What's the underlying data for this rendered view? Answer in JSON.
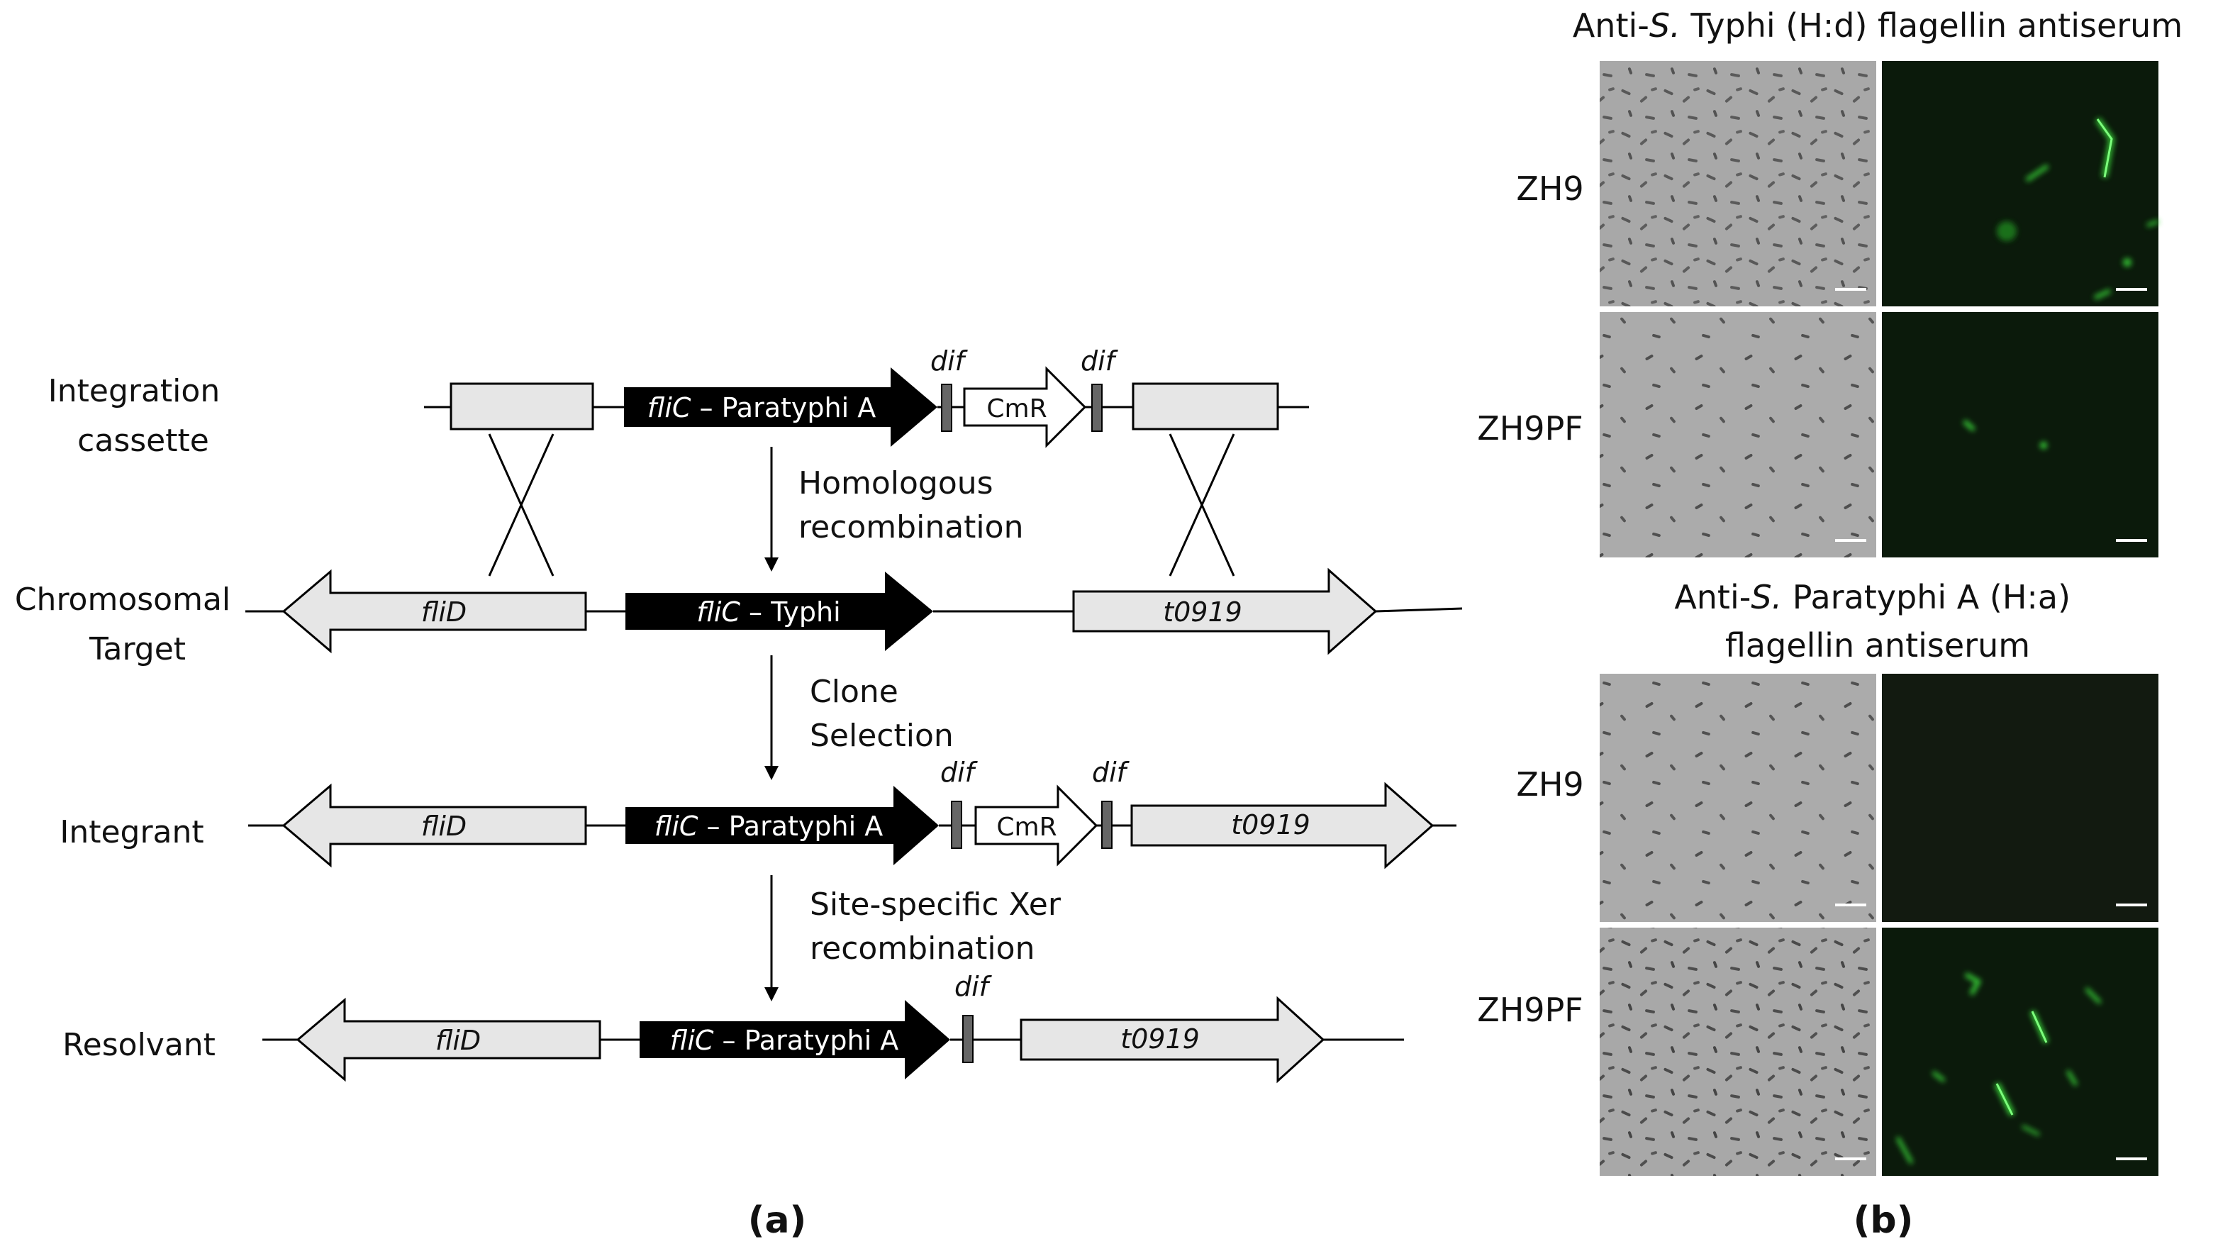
{
  "panel_a": {
    "label": "(a)",
    "rows": {
      "integration_cassette": "Integration cassette",
      "chromosomal_target": "Chromosomal Target",
      "integrant": "Integrant",
      "resolvant": "Resolvant"
    },
    "steps": {
      "step1_line1": "Homologous",
      "step1_line2": "recombination",
      "step2_line1": "Clone",
      "step2_line2": "Selection",
      "step3_line1": "Site-specific Xer",
      "step3_line2": "recombination"
    },
    "genes": {
      "flic_italic": "fliC",
      "paratyphi_suffix": " – Paratyphi A",
      "typhi_suffix": " – Typhi",
      "flid": "fliD",
      "t0919": "t0919",
      "cmr": "CmR",
      "dif": "dif"
    }
  },
  "panel_b": {
    "label": "(b)",
    "top_title_prefix": "Anti-",
    "top_title_italic": "S.",
    "top_title_suffix": " Typhi (H:d) flagellin antiserum",
    "bottom_title_prefix": "Anti-",
    "bottom_title_italic": "S.",
    "bottom_title_suffix": " Paratyphi A (H:a)",
    "bottom_title_line2": "flagellin antiserum",
    "strains": {
      "zh9": "ZH9",
      "zh9pf": "ZH9PF"
    }
  },
  "colors": {
    "black_arrow": "#000000",
    "grey_gene": "#e6e6e6",
    "dif_box": "#666666",
    "micro_phase": "#a9a9a9",
    "micro_fluor_bg": "#0b1a0b",
    "fluor_green": "#39d339"
  }
}
